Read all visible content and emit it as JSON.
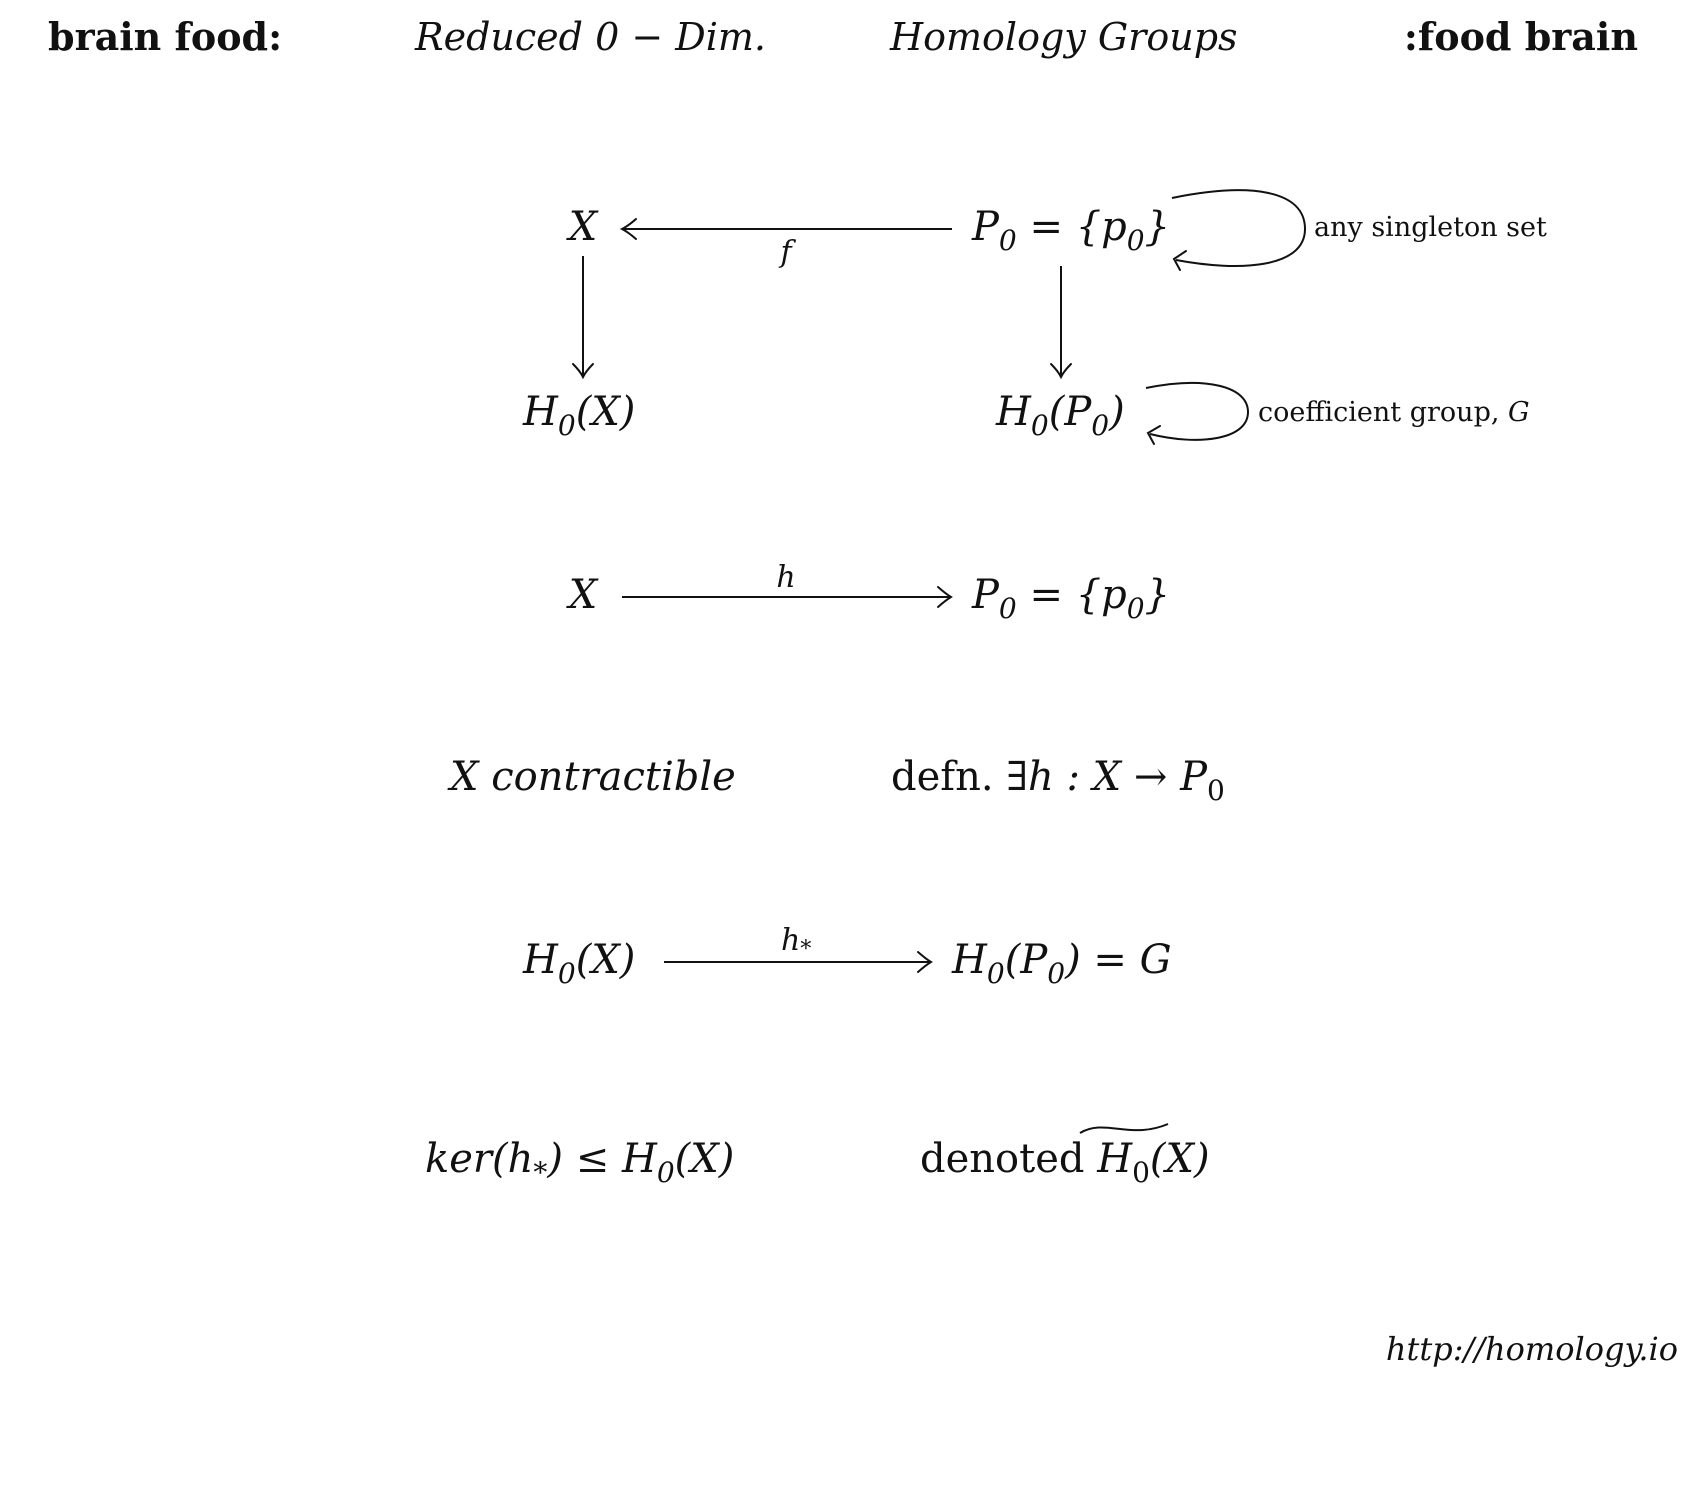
{
  "header": {
    "left": "brain food:",
    "title_part1": "Reduced 0 − Dim.",
    "title_part2": "Homology Groups",
    "right": ":food brain"
  },
  "diagram1": {
    "x_node": "X",
    "p0_node": "P",
    "p0_sub": "0",
    "p0_rest": " = {p",
    "p0_sub2": "0",
    "p0_close": "}",
    "f_label": "f",
    "h0x_node": "H",
    "h0x_sub": "0",
    "h0x_rest": "(X)",
    "h0p_node": "H",
    "h0p_sub": "0",
    "h0p_rest": "(P",
    "h0p_sub2": "0",
    "h0p_close": ")",
    "loop1_label": "any singleton set",
    "loop2_label": "coefficient group, ",
    "loop2_label_it": "G"
  },
  "diagram2": {
    "x_node": "X",
    "h_label": "h",
    "p0_node": "P",
    "p0_sub": "0",
    "p0_rest": " = {p",
    "p0_sub2": "0",
    "p0_close": "}"
  },
  "statement": {
    "left_it": "X",
    "left_rm": " contractible",
    "right_rm": "defn. ∃",
    "right_it": "h",
    "right_rest": " : X → P",
    "right_sub": "0"
  },
  "diagram3": {
    "left": "H",
    "left_sub": "0",
    "left_rest": "(X)",
    "h_star_label": "h",
    "h_star_sub": "*",
    "right": "H",
    "right_sub": "0",
    "right_rest": "(P",
    "right_sub2": "0",
    "right_close": ") = G"
  },
  "kernel": {
    "left_it": "ker",
    "left_rest": "(h",
    "left_sub": "*",
    "left_close": ") ≤ H",
    "left_sub2": "0",
    "left_end": "(X)",
    "right_rm": "denoted ",
    "right_h": "H",
    "right_sub": "0",
    "right_rest": "(X)"
  },
  "footer": {
    "url": "http://homology.io"
  }
}
